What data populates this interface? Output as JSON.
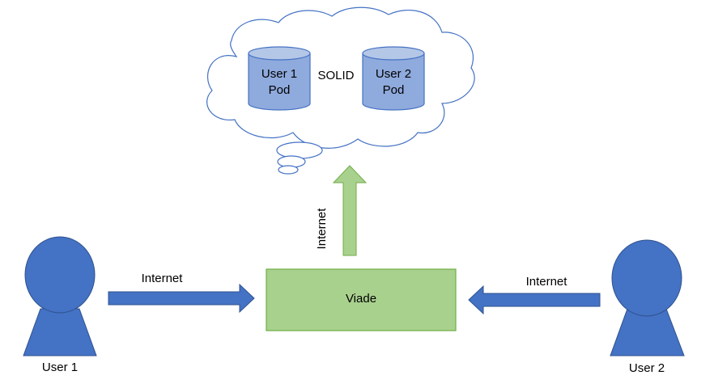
{
  "cloud": {
    "label": "SOLID",
    "pod1": {
      "line1": "User 1",
      "line2": "Pod"
    },
    "pod2": {
      "line1": "User 2",
      "line2": "Pod"
    }
  },
  "app": {
    "label": "Viade"
  },
  "arrows": {
    "left_label": "Internet",
    "right_label": "Internet",
    "up_label": "Internet"
  },
  "users": {
    "user1": "User 1",
    "user2": "User 2"
  },
  "colors": {
    "user_fill": "#4472c4",
    "user_stroke": "#2f528f",
    "pod_fill": "#8faadc",
    "pod_top": "#b4c7e7",
    "cloud_stroke": "#4472c4",
    "app_fill": "#a9d18e",
    "app_stroke": "#70ad47",
    "arrow_blue": "#4472c4",
    "arrow_green": "#a9d18e"
  }
}
